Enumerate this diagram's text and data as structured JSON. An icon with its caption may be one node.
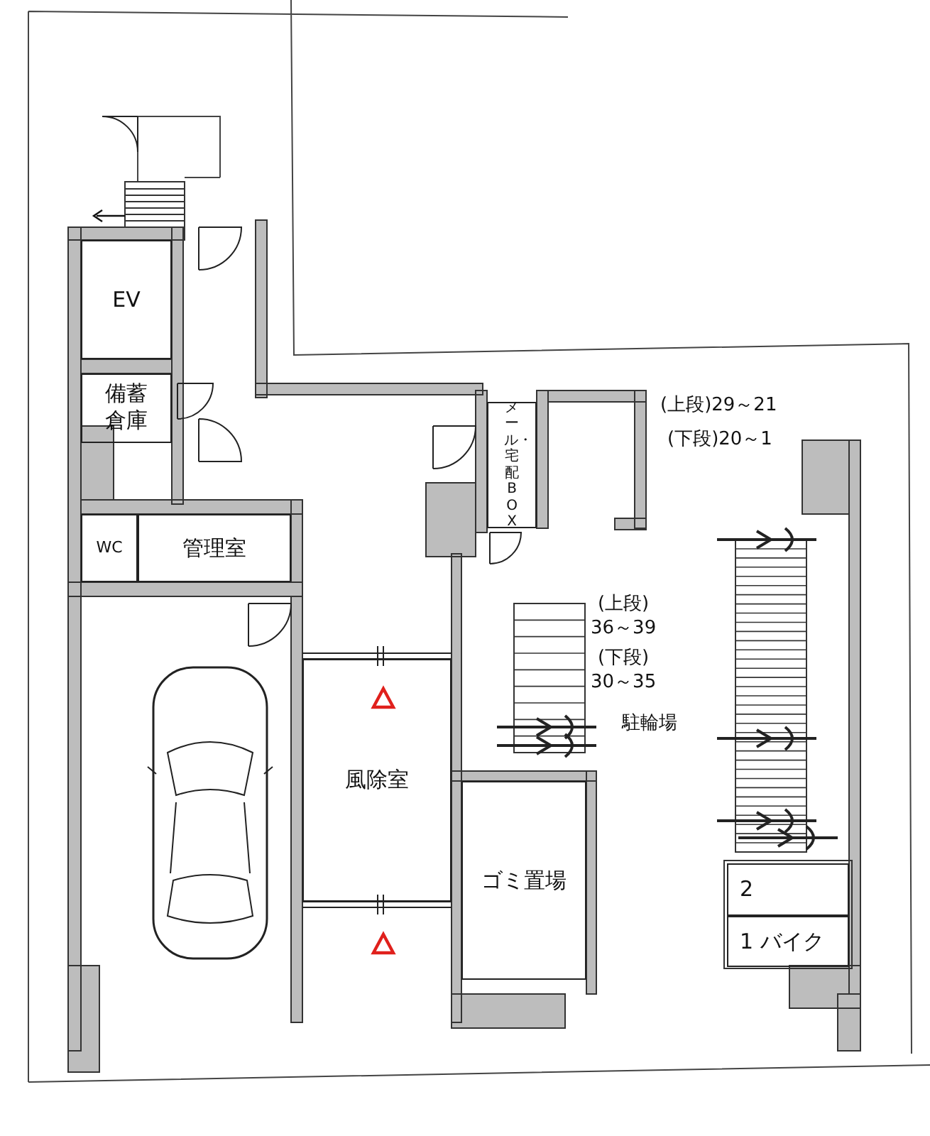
{
  "diagram": {
    "nodes": [
      {
        "text": [
          "EV"
        ]
      },
      {
        "text": [
          "備蓄倉庫"
        ]
      },
      {
        "text": [
          "WC"
        ]
      },
      {
        "text": [
          "管理室"
        ]
      },
      {
        "text": [
          "メール・宅配BOX"
        ]
      },
      {
        "text": [
          "風除室"
        ]
      },
      {
        "text": [
          "ゴミ置場"
        ]
      },
      {
        "text": [
          "2"
        ]
      },
      {
        "text": [
          "1 バイク"
        ]
      }
    ],
    "edges": [],
    "labels": [
      "(上段)29～21",
      "(下段)20～1",
      "(上段)36～39",
      "(下段)30～35",
      "駐輪場"
    ]
  }
}
